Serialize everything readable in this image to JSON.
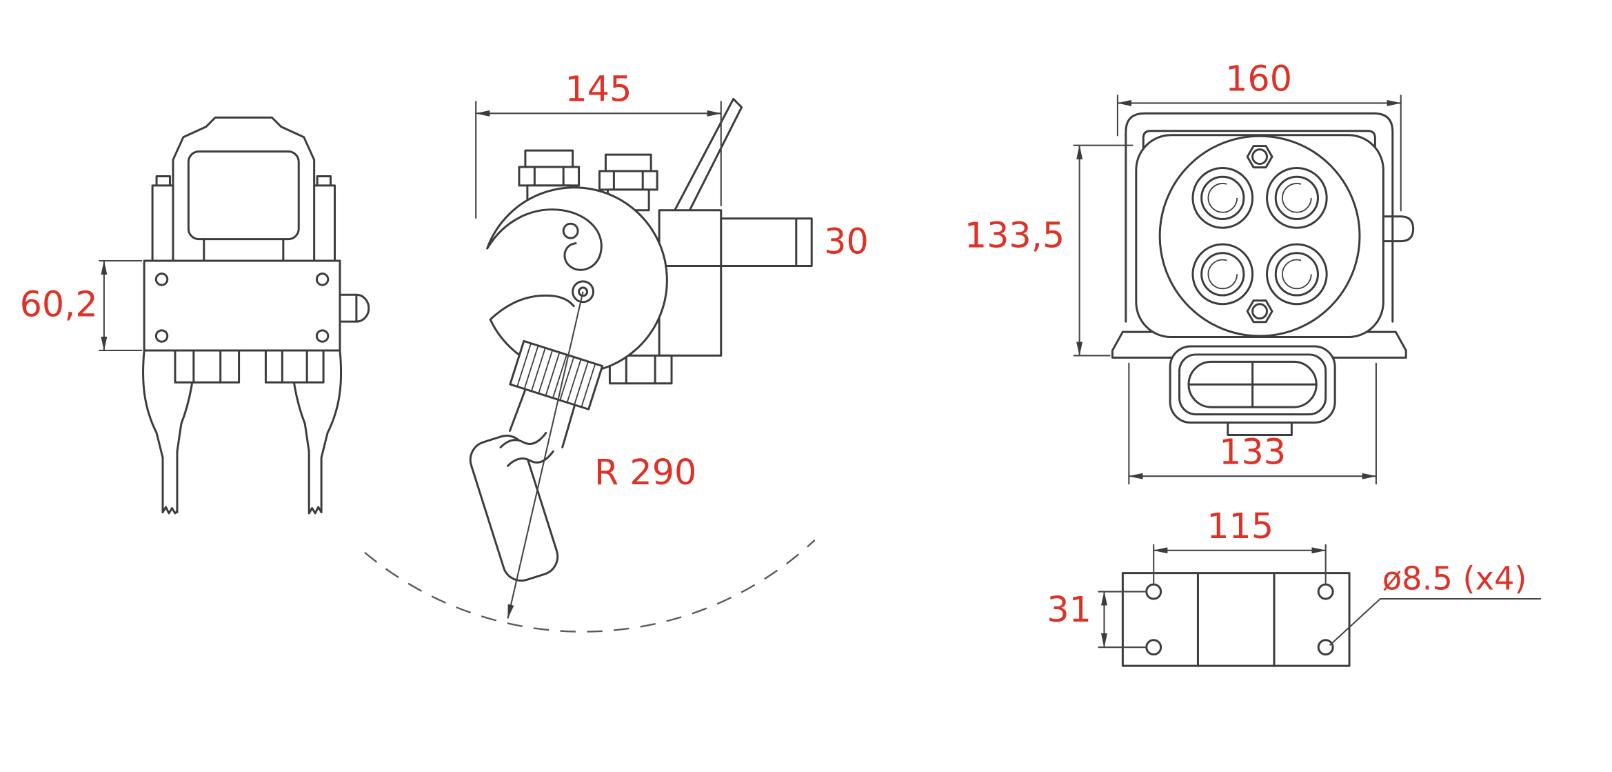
{
  "drawing": {
    "type": "technical-drawing",
    "colors": {
      "line": "#3c3c3c",
      "dimension_text": "#de3227",
      "background": "#ffffff"
    },
    "dims": {
      "front_height": "60,2",
      "side_width": "145",
      "spout_depth": "30",
      "handle_radius": "R 290",
      "face_width": "160",
      "face_height": "133,5",
      "face_base_width": "133",
      "plate_hole_span": "115",
      "plate_hole_pitch": "31",
      "plate_hole_note": "ø8.5 (x4)"
    }
  }
}
